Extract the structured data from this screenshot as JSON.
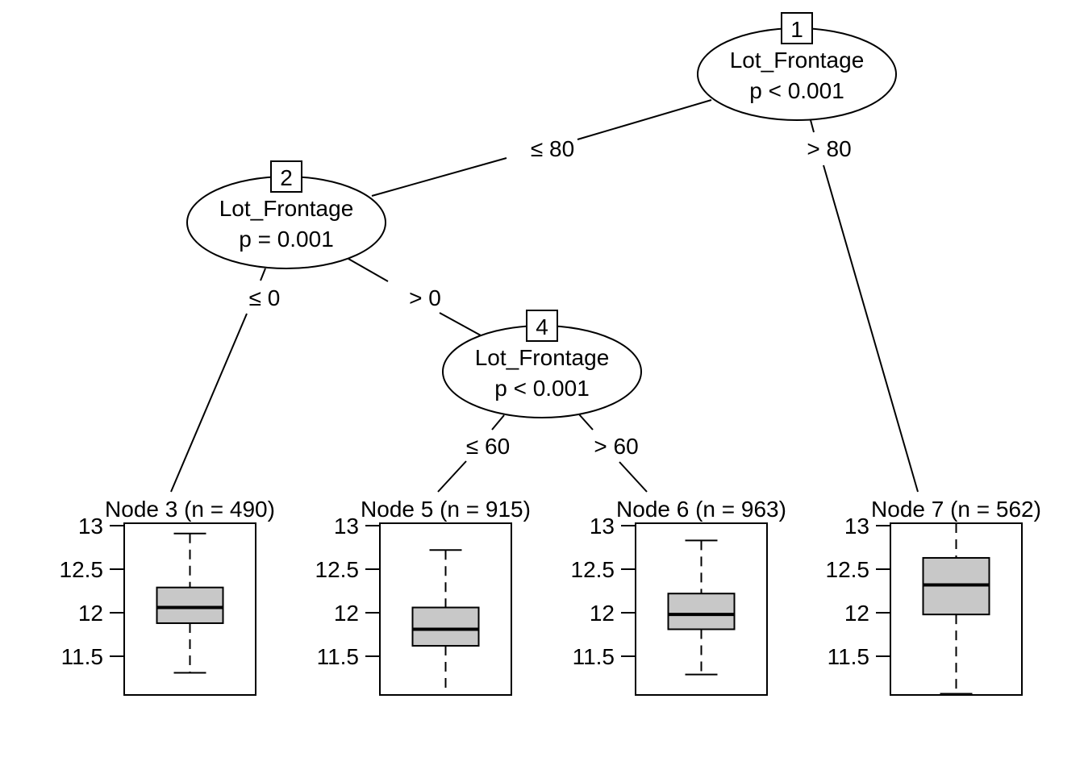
{
  "chart_data": {
    "type": "tree",
    "title": "",
    "variable": "Lot_Frontage",
    "response_axis": {
      "ylim": [
        11.06,
        13.0
      ],
      "ticks": [
        "13",
        "12.5",
        "12",
        "11.5"
      ],
      "tick_values": [
        13,
        12.5,
        12,
        11.5
      ]
    },
    "inner_nodes": [
      {
        "id": "1",
        "variable": "Lot_Frontage",
        "pvalue": "p < 0.001"
      },
      {
        "id": "2",
        "variable": "Lot_Frontage",
        "pvalue": "p = 0.001"
      },
      {
        "id": "4",
        "variable": "Lot_Frontage",
        "pvalue": "p < 0.001"
      }
    ],
    "edges": [
      {
        "from": "1",
        "to": "2",
        "label": "≤ 80"
      },
      {
        "from": "1",
        "to": "7",
        "label": "> 80"
      },
      {
        "from": "2",
        "to": "3",
        "label": "≤ 0"
      },
      {
        "from": "2",
        "to": "4",
        "label": "> 0"
      },
      {
        "from": "4",
        "to": "5",
        "label": "≤ 60"
      },
      {
        "from": "4",
        "to": "6",
        "label": "> 60"
      }
    ],
    "terminal_nodes": [
      {
        "id": "3",
        "title": "Node 3 (n = 490)",
        "n": 490,
        "whisker_low": 11.31,
        "q1": 11.88,
        "median": 12.06,
        "q3": 12.29,
        "whisker_high": 12.91
      },
      {
        "id": "5",
        "title": "Node 5 (n = 915)",
        "n": 915,
        "whisker_low": 11.0,
        "q1": 11.62,
        "median": 11.81,
        "q3": 12.06,
        "whisker_high": 12.72
      },
      {
        "id": "6",
        "title": "Node 6 (n = 963)",
        "n": 963,
        "whisker_low": 11.29,
        "q1": 11.81,
        "median": 11.98,
        "q3": 12.22,
        "whisker_high": 12.83
      },
      {
        "id": "7",
        "title": "Node 7 (n = 562)",
        "n": 562,
        "whisker_low": 11.07,
        "q1": 11.98,
        "median": 12.32,
        "q3": 12.63,
        "whisker_high": 13.1
      }
    ],
    "box_fill": "#c8c8c8"
  }
}
